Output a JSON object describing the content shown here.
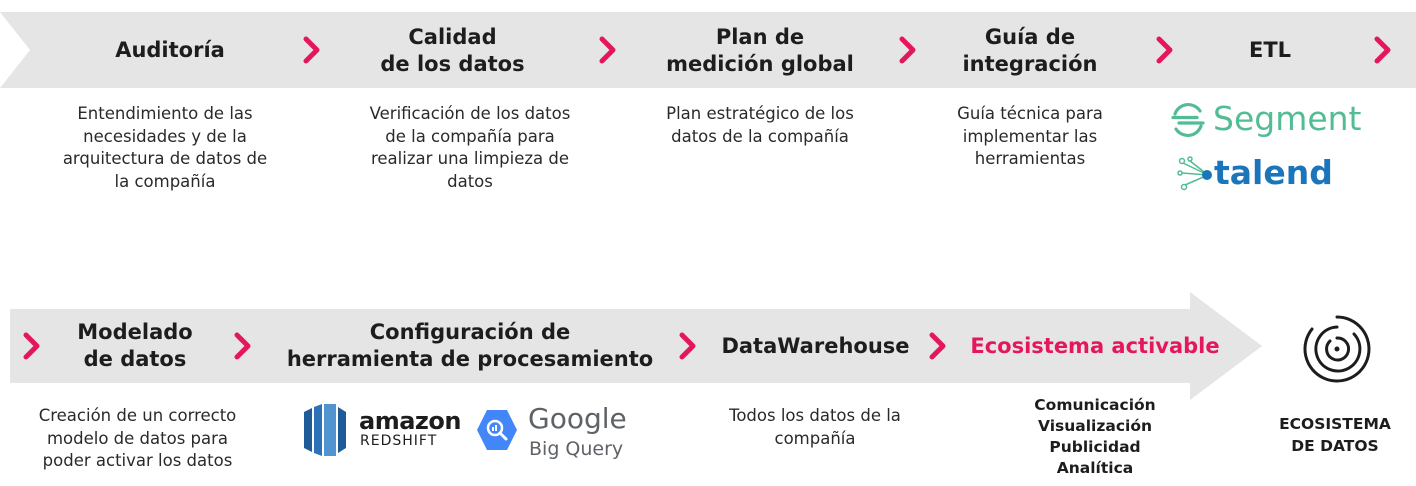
{
  "colors": {
    "accent": "#e4175e",
    "band": "#e5e5e5",
    "segment_green": "#52bd94",
    "talend_blue": "#1b75bb",
    "redshift_blue": "#2d72b8",
    "bigquery_blue": "#4386fa"
  },
  "row1": {
    "steps": [
      {
        "title": "Auditoría",
        "desc": "Entendimiento de las\nnecesidades y de la\narquitectura de datos de\nla compañía"
      },
      {
        "title": "Calidad\nde los datos",
        "desc": "Verificación de los datos\nde la compañía para\nrealizar una limpieza de\ndatos"
      },
      {
        "title": "Plan de\nmedición global",
        "desc": "Plan estratégico de los\ndatos de la compañía"
      },
      {
        "title": "Guía de\nintegración",
        "desc": "Guía técnica para\nimplementar las\nherramientas"
      },
      {
        "title": "ETL",
        "logos": [
          "Segment",
          "talend"
        ]
      }
    ]
  },
  "row2": {
    "steps": [
      {
        "title": "Modelado\nde datos",
        "desc": "Creación de un correcto\nmodelo de datos para\npoder activar los datos"
      },
      {
        "title": "Configuración de\nherramienta de procesamiento",
        "logos": {
          "redshift_top": "amazon",
          "redshift_bottom": "REDSHIFT",
          "bq_top": "Google",
          "bq_bottom": "Big Query"
        }
      },
      {
        "title": "DataWarehouse",
        "desc": "Todos los datos de la\ncompañía"
      },
      {
        "title": "Ecosistema activable",
        "list": "Comunicación\nVisualización\nPublicidad\nAnalítica"
      }
    ],
    "end": {
      "label": "ECOSISTEMA\nDE DATOS",
      "icon": "target-circle-icon"
    }
  }
}
